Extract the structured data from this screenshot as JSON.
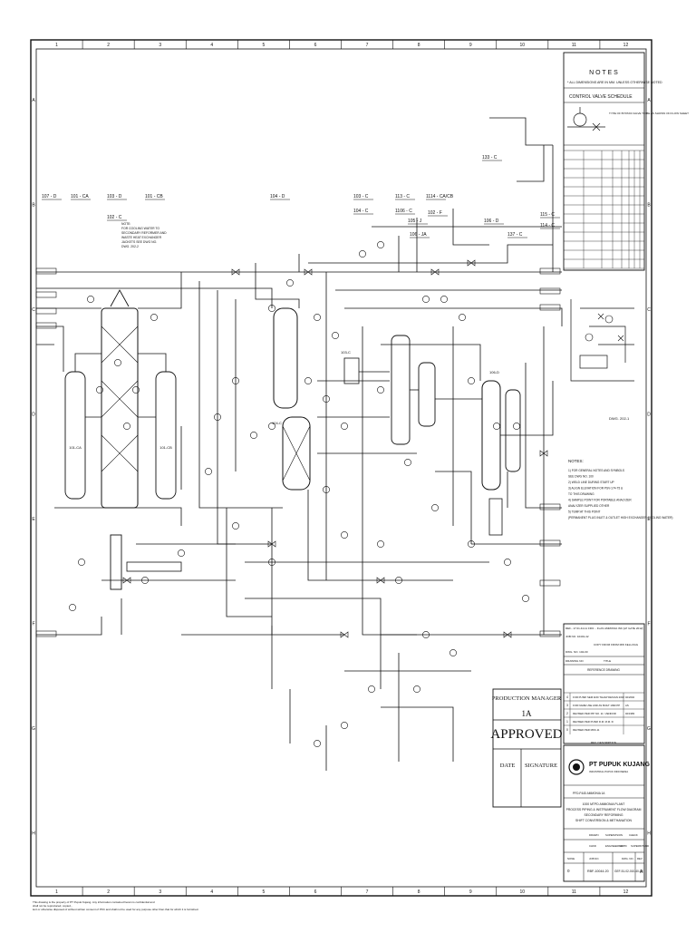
{
  "colors": {
    "ink": "#111111",
    "paper": "#ffffff"
  },
  "border": {
    "columns": [
      "1",
      "2",
      "3",
      "4",
      "5",
      "6",
      "7",
      "8",
      "9",
      "10",
      "11",
      "12"
    ],
    "rows": [
      "A",
      "B",
      "C",
      "D",
      "E",
      "F",
      "G",
      "H"
    ]
  },
  "notes_box": {
    "heading": "N O T E S",
    "note_line": "* ALL DIMENSIONS ARE IN MM. UNLESS OTHERWISE NOTED",
    "schedule_title": "CONTROL  VALVE  SCHEDULE",
    "type_note": "TYPE OF BYPASS VALVE TO BE AS SHOWN ON FLOW SHEET",
    "dwg_ref": "DWG. 202-1"
  },
  "drawing_notes": {
    "heading": "NOTES:",
    "lines": [
      "1) FOR GENERAL NOTES AND SYMBOLS",
      "   SEE DWG NO. 100",
      "2) WELD LINE DURING START UP",
      "3) ALIGN ELEVATION FOR PSV-174-75 &",
      "   TO THIS DRAWING",
      "4) SAMPLE POINT FOR PORTABLE ANALYZER",
      "   ANALYZER SUPPLIED OTHER",
      "5) TEMP.AT THIS POINT",
      "   (PERMANENT PLUG INLET & OUTLET HIGH EXCHANGER COOLING WATER)"
    ]
  },
  "equipment_tags": [
    "107 - D",
    "101 - CA",
    "103 - D",
    "101 - CB",
    "102 - C",
    "104 - D",
    "103 - C",
    "104 - C",
    "113 - C",
    "1106 - C",
    "1114 - CA/CB",
    "105 - J",
    "102 - F",
    "106 - JA",
    "106 - D",
    "115 - C",
    "114 - C",
    "137 - C",
    "133 - C"
  ],
  "vessel_labels": [
    "101-CA",
    "101-CB",
    "104-C",
    "103-C",
    "106-D"
  ],
  "sketch_note": [
    "NOTE:",
    "FOR COOLING WATER TO",
    "SECONDARY REFORMER AND",
    "WASTE HEAT EXCHANGER",
    "JACKETS SEE DWG NO.",
    "DWG. 202-2"
  ],
  "revision_block": {
    "ref_line": "REF.- 17.01.44-11  FRO. - FLAS AMMONIA INK [LP GATE 2012]",
    "job": "JOB NO. 10401-42",
    "copy": "COPY FROM  FROM  MW KELLOGG",
    "dwg": "DWG. NO. 104-00",
    "drawing_no_label": "DRAWING NO",
    "title_label": "TITLE",
    "reference_drawing": "REFERENCE DRAWING",
    "rows": [
      [
        "4",
        "FOR PUSRI SEM AND TAHAP DESIGN 2002",
        "02/2002"
      ],
      [
        "3",
        "FOR NAME USE AND AS BUILT 1990 PP",
        "AS"
      ],
      [
        "2",
        "REVISED PER PIP NO. 11 / VENDOR",
        "02/1983"
      ],
      [
        "1",
        "REVISED PER PUSRI R.M. M.M. III",
        ""
      ],
      [
        "0",
        "REVISED PER MKK-11",
        ""
      ]
    ],
    "rev_header": "REV.  DESCRIPTION"
  },
  "approval": {
    "title": "PRODUCTION MANAGER",
    "subtitle": "1A",
    "stamp": "APPROVED",
    "date_label": "DATE",
    "signature_label": "SIGNATURE"
  },
  "title_block": {
    "company": "PT PUPUK KUJANG",
    "company_sub": "INDUSTRIAL PUPUK INDONESIA",
    "unit": "PFD-P&ID AMMONIA 1A",
    "title_lines": [
      "1000 MTPD AMMONIA PLANT",
      "PROCESS PIPING & INSTRUMENT FLOW DIAGRAM",
      "SECONDARY REFORMING",
      "SHIFT CONVERSION & METHANATION"
    ],
    "drawn": "DRAWN",
    "supervision": "SUPERVISION",
    "check": "CHECK",
    "checked": "CHKD",
    "engineering": "ENGINEERING",
    "approved": "APPD",
    "superintendent": "SUPERINTEND",
    "rev_label": "REV",
    "job_no_label": "JOB NO.",
    "dwg_no_label": "DWG. NO.",
    "scale_label": "NONE",
    "job_no": "RBF-10044-20",
    "dwg_no": "GEF-51-02-010-40-03",
    "rev": "0",
    "sheet": "A"
  },
  "footer_note": "This drawing is the property of PT Pupuk Kujang. Any information contained herein is confidential and shall not be reproduced, copied, lent or otherwise disposed of without written consent of PKC and shall not be used for any purpose other than that for which it is furnished."
}
